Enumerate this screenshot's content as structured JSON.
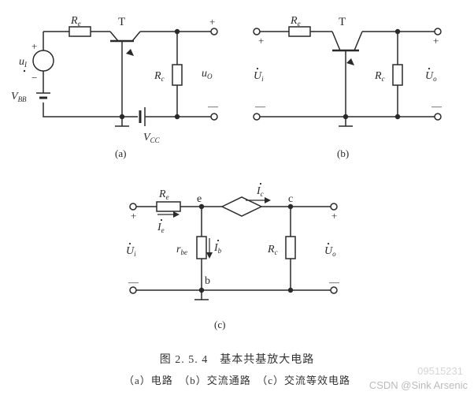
{
  "fig_a": {
    "label": "(a)",
    "re_main": "R",
    "re_sub": "e",
    "transistor": "T",
    "rc_main": "R",
    "rc_sub": "c",
    "ui_main": "u",
    "ui_sub": "I",
    "uo_main": "u",
    "uo_sub": "O",
    "vbb_main": "V",
    "vbb_sub": "BB",
    "vcc_main": "V",
    "vcc_sub": "CC",
    "plus": "+",
    "minus": "−",
    "bar": "—"
  },
  "fig_b": {
    "label": "(b)",
    "re_main": "R",
    "re_sub": "e",
    "transistor": "T",
    "rc_main": "R",
    "rc_sub": "c",
    "ui_main": "U",
    "ui_sub": "i",
    "uo_main": "U",
    "uo_sub": "o",
    "plus": "+",
    "bar": "—"
  },
  "fig_c": {
    "label": "(c)",
    "re_main": "R",
    "re_sub": "e",
    "ie_main": "I",
    "ie_sub": "e",
    "ic_main": "I",
    "ic_sub": "c",
    "ib_main": "I",
    "ib_sub": "b",
    "rbe_main": "r",
    "rbe_sub": "be",
    "rc_main": "R",
    "rc_sub": "c",
    "ui_main": "U",
    "ui_sub": "i",
    "uo_main": "U",
    "uo_sub": "o",
    "node_e": "e",
    "node_c": "c",
    "node_b": "b",
    "plus": "+",
    "bar": "—"
  },
  "caption": {
    "title": "图 2. 5. 4　基本共基放大电路",
    "subtitle": "（a）电路　（b）交流通路　（c）交流等效电路"
  },
  "watermark": {
    "faded": "09515231",
    "text": "CSDN @Sink Arsenic"
  }
}
